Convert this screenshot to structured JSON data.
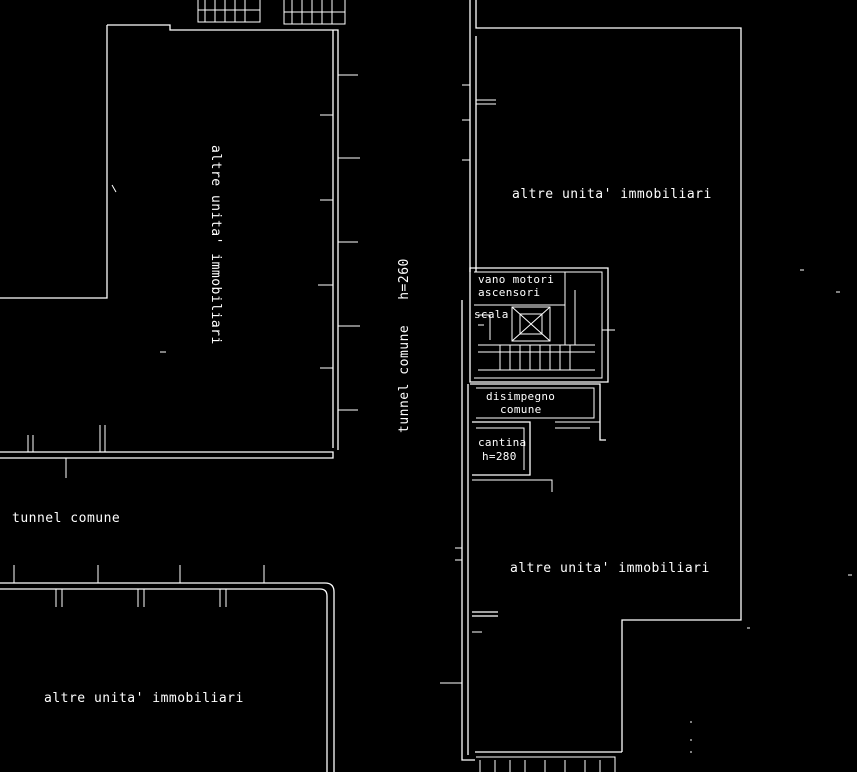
{
  "labels": {
    "altre_top_left": "altre unita' immobiliari",
    "altre_top_right": "altre unita' immobiliari",
    "tunnel_vertical": "tunnel comune   h=260",
    "tunnel_horizontal": "tunnel comune",
    "vano_motori": "vano motori",
    "ascensori": "ascensori",
    "scala": "scala",
    "disimpegno": "disimpegno",
    "comune": "comune",
    "cantina": "cantina",
    "cantina_h": "h=280",
    "altre_mid_right": "altre unita' immobiliari",
    "altre_bottom_left": "altre unita' immobiliari"
  }
}
